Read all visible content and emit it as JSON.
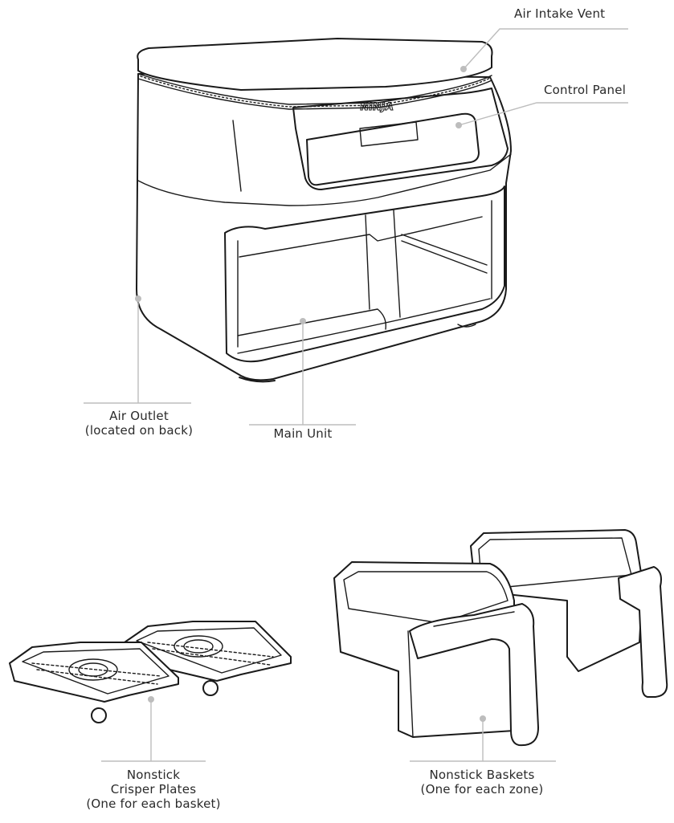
{
  "labels": {
    "air_intake_vent": "Air Intake Vent",
    "control_panel": "Control Panel",
    "air_outlet_line1": "Air Outlet",
    "air_outlet_line2": "(located on back)",
    "main_unit": "Main Unit",
    "crisper_line1": "Nonstick",
    "crisper_line2": "Crisper Plates",
    "crisper_line3": "(One for each basket)",
    "baskets_line1": "Nonstick Baskets",
    "baskets_line2": "(One for each zone)"
  },
  "brand_logo_text": "NINJA",
  "colors": {
    "line_art": "#1a1a1a",
    "leader_lines": "#bdbdbd",
    "text": "#2a2a2a",
    "background": "#ffffff"
  }
}
